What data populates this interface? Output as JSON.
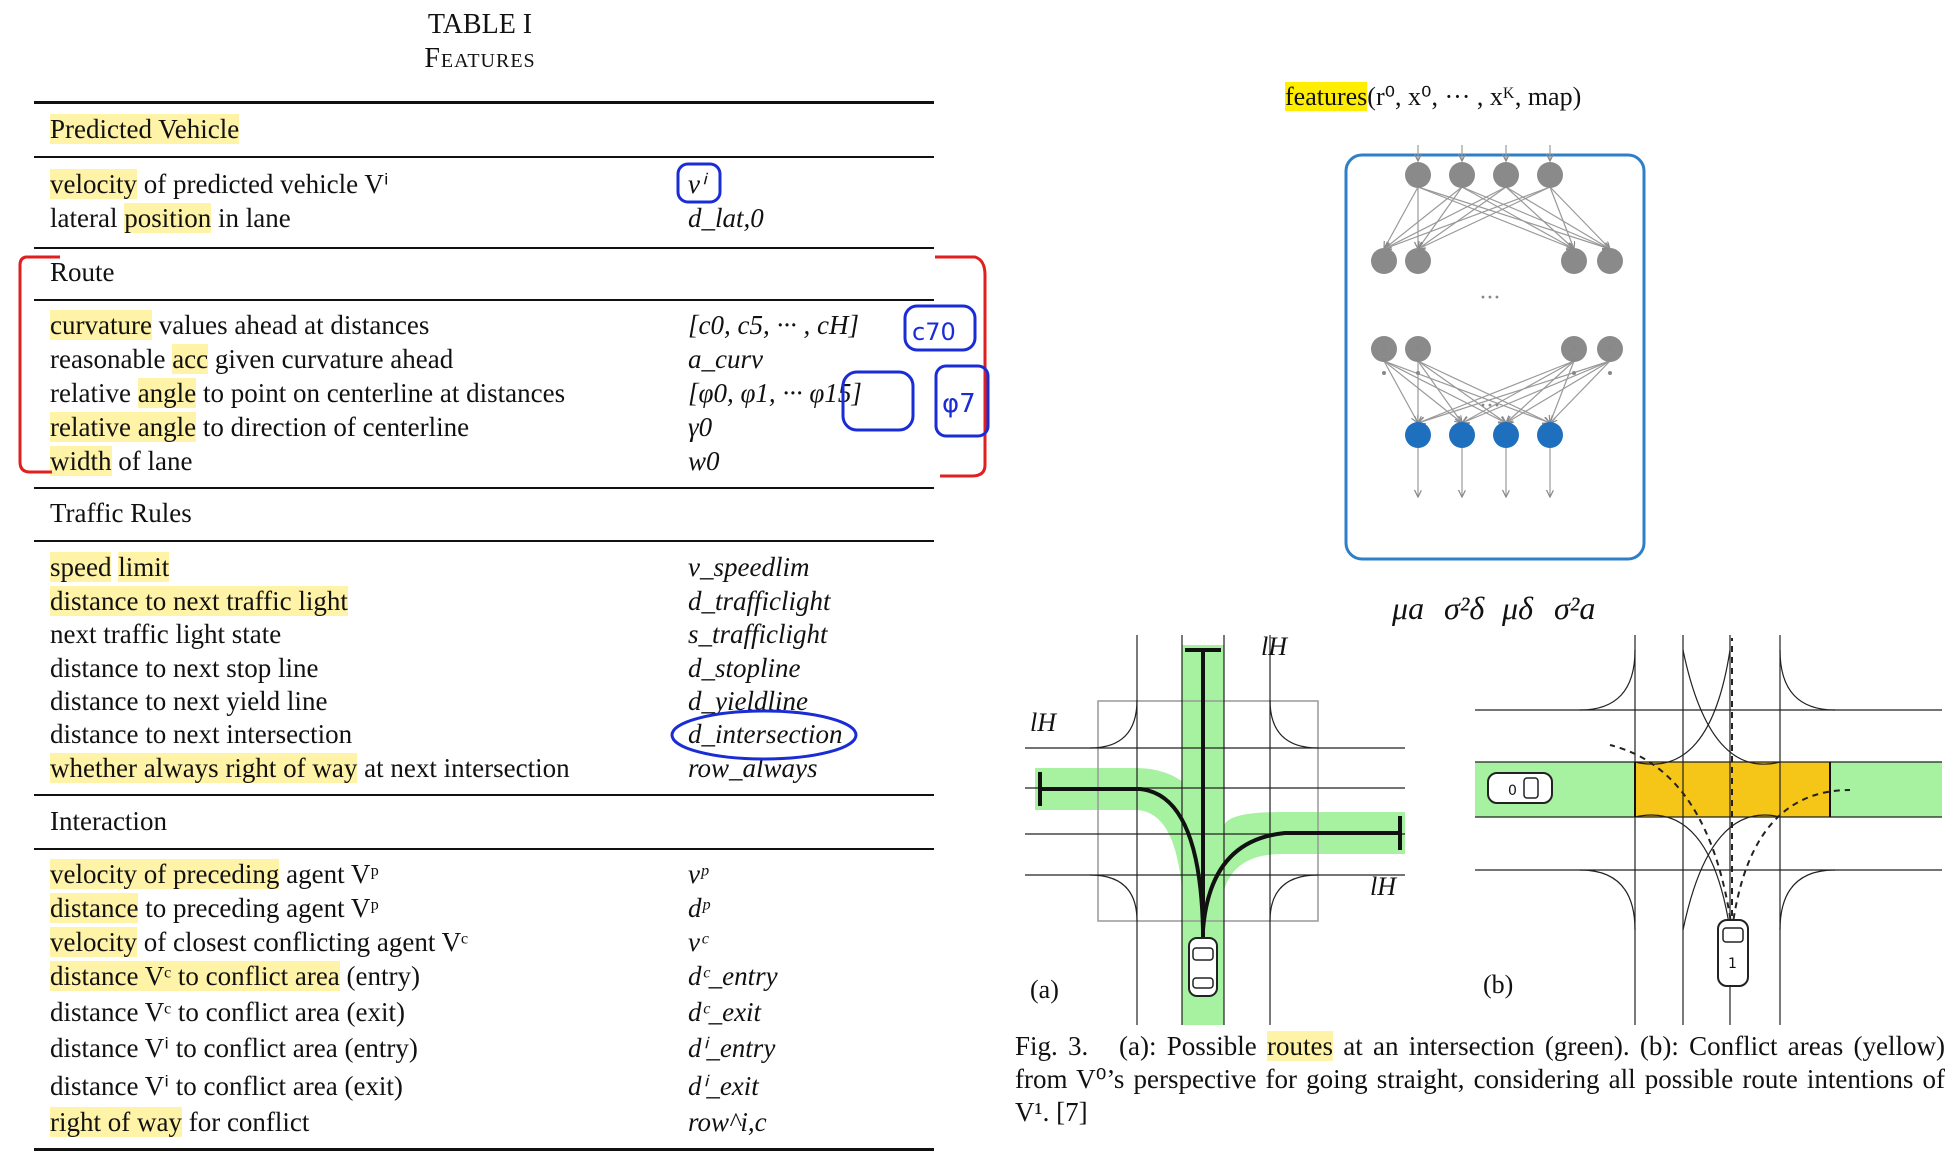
{
  "table": {
    "title": "TABLE I",
    "subtitle": "Features",
    "sections": [
      {
        "heading": "Predicted Vehicle",
        "rows": [
          {
            "feature": "velocity of predicted vehicle Vⁱ",
            "symbol": "vⁱ"
          },
          {
            "feature": "lateral position in lane",
            "symbol": "d_lat,0"
          }
        ]
      },
      {
        "heading": "Route",
        "rows": [
          {
            "feature": "curvature values ahead at distances",
            "symbol": "[c0, c5, ··· , cH]"
          },
          {
            "feature": "reasonable acc given curvature ahead",
            "symbol": "a_curv"
          },
          {
            "feature": "relative angle to point on centerline at distances",
            "symbol": "[φ0, φ1, ··· φ15]"
          },
          {
            "feature": "relative angle to direction of centerline",
            "symbol": "γ0"
          },
          {
            "feature": "width of lane",
            "symbol": "w0"
          }
        ]
      },
      {
        "heading": "Traffic Rules",
        "rows": [
          {
            "feature": "speed limit",
            "symbol": "v_speedlim"
          },
          {
            "feature": "distance to next traffic light",
            "symbol": "d_trafficlight"
          },
          {
            "feature": "next traffic light state",
            "symbol": "s_trafficlight"
          },
          {
            "feature": "distance to next stop line",
            "symbol": "d_stopline"
          },
          {
            "feature": "distance to next yield line",
            "symbol": "d_yieldline"
          },
          {
            "feature": "distance to next intersection",
            "symbol": "d_intersection"
          },
          {
            "feature": "whether always right of way at next intersection",
            "symbol": "row_always"
          }
        ]
      },
      {
        "heading": "Interaction",
        "rows": [
          {
            "feature": "velocity of preceding agent Vᵖ",
            "symbol": "vᵖ"
          },
          {
            "feature": "distance to preceding agent Vᵖ",
            "symbol": "dᵖ"
          },
          {
            "feature": "velocity of closest conflicting agent Vᶜ",
            "symbol": "vᶜ"
          },
          {
            "feature": "distance Vᶜ to conflict area (entry)",
            "symbol": "dᶜ_entry"
          },
          {
            "feature": "distance Vᶜ to conflict area (exit)",
            "symbol": "dᶜ_exit"
          },
          {
            "feature": "distance Vⁱ to conflict area (entry)",
            "symbol": "dⁱ_entry"
          },
          {
            "feature": "distance Vⁱ to conflict area (exit)",
            "symbol": "dⁱ_exit"
          },
          {
            "feature": "right of way for conflict",
            "symbol": "row^i,c"
          }
        ]
      }
    ]
  },
  "annotations": {
    "note_c70": "c70",
    "note_phi7": "φ7"
  },
  "network": {
    "input_label": "features(r⁰, x⁰, ··· , xᴷ, map)",
    "input_word": "features",
    "input_args": "(r⁰, x⁰, ··· , xᴷ, map)",
    "dots": "···",
    "outputs": [
      "μa",
      "σ²δ",
      "μδ",
      "σ²a"
    ],
    "node_color": "#8a8a8a",
    "output_color": "#1f6fbf",
    "frame_color": "#2f7fc8"
  },
  "intersection": {
    "label_a": "(a)",
    "label_b": "(b)",
    "lh_label": "lH",
    "car_0": "0",
    "car_1": "1",
    "route_color": "#a6f2a0",
    "conflict_color": "#f5c518"
  },
  "caption": {
    "fig": "Fig. 3.",
    "text_a": "(a): Possible ",
    "highlight": "routes",
    "text_b": " at an intersection (green). (b): Conflict areas (yellow) from V⁰’s perspective for going straight, considering all possible route intentions of V¹. [7]"
  }
}
